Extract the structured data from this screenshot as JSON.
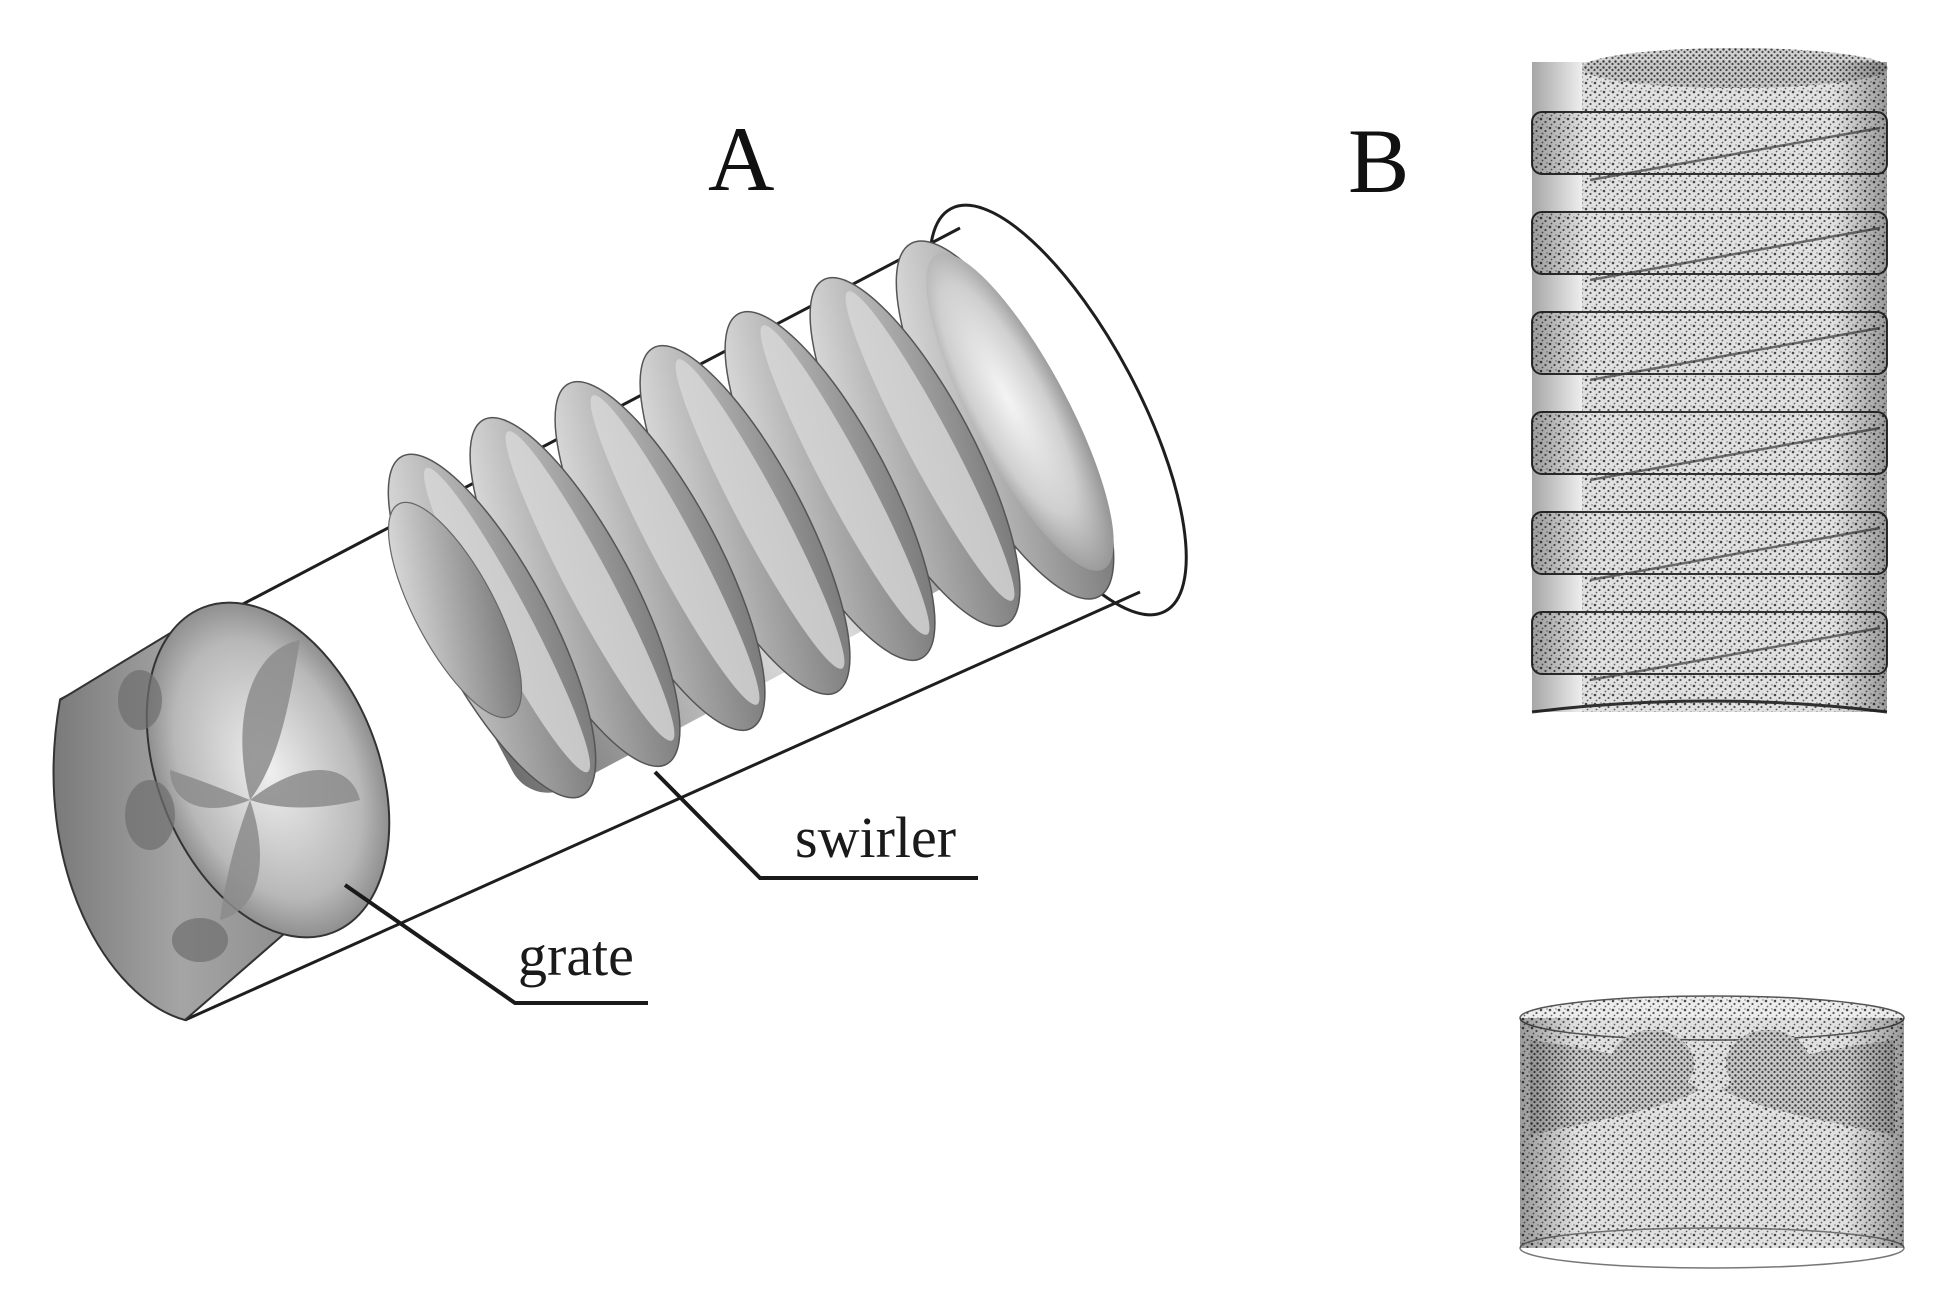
{
  "figure": {
    "panels": [
      {
        "id": "A",
        "label": "A"
      },
      {
        "id": "B",
        "label": "B"
      }
    ],
    "callouts": {
      "swirler": "swirler",
      "grate": "grate"
    }
  }
}
